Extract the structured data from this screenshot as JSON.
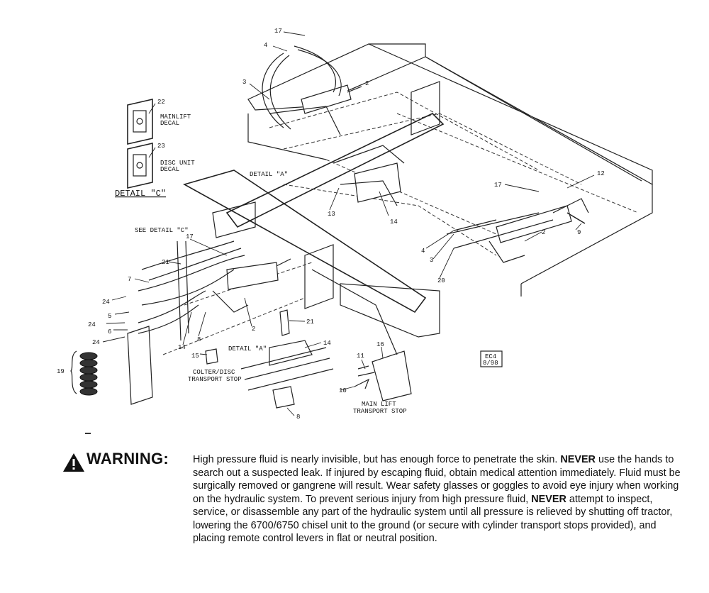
{
  "diagram": {
    "callouts": [
      "17",
      "4",
      "3",
      "2",
      "22",
      "23",
      "12",
      "17",
      "14",
      "13",
      "9",
      "2",
      "3",
      "4",
      "20",
      "17",
      "21",
      "7",
      "24",
      "5",
      "24",
      "6",
      "24",
      "2",
      "14",
      "8",
      "21",
      "14",
      "15",
      "19",
      "11",
      "16",
      "10",
      "8"
    ],
    "labels": {
      "mainlift_decal_1": "MAINLIFT",
      "mainlift_decal_2": "DECAL",
      "disc_decal_1": "DISC UNIT",
      "disc_decal_2": "DECAL",
      "detail_c": "DETAIL \"C\"",
      "detail_a_upper": "DETAIL \"A\"",
      "see_detail_c": "SEE DETAIL \"C\"",
      "detail_a_lower": "DETAIL \"A\"",
      "colter_stop_1": "COLTER/DISC",
      "colter_stop_2": "TRANSPORT STOP",
      "main_lift_stop_1": "MAIN LIFT",
      "main_lift_stop_2": "TRANSPORT STOP",
      "stamp_1": "EC4",
      "stamp_2": "8/98"
    }
  },
  "warning": {
    "title": "WARNING:",
    "segments": [
      {
        "text": "High pressure fluid is nearly invisible, but has enough force to penetrate the skin.  ",
        "bold": false
      },
      {
        "text": "NEVER",
        "bold": true
      },
      {
        "text": " use the hands to search out a suspected leak.  If injured by escaping fluid, obtain medical attention immediately.  Fluid must be surgically removed or gangrene will result.  Wear safety glasses or goggles to avoid eye injury when working on the hydraulic system.  To prevent serious injury from high pressure fluid, ",
        "bold": false
      },
      {
        "text": "NEVER",
        "bold": true
      },
      {
        "text": " attempt to inspect, service, or disassemble any part of the hydraulic system until all pressure is relieved by shutting off tractor, lowering the 6700/6750 chisel  unit to the ground (or secure with cylinder transport stops provided), and placing remote control levers in flat or neutral position.",
        "bold": false
      }
    ]
  }
}
